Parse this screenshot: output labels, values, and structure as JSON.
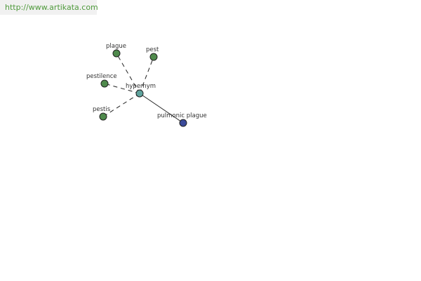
{
  "header": {
    "url": "http://www.artikata.com"
  },
  "graph": {
    "center": {
      "id": "hypernym",
      "label": "hypernym",
      "color": "#5fa39d"
    },
    "nodes": [
      {
        "id": "plague",
        "label": "plague",
        "color": "#4f8a4c",
        "edge": "dashed"
      },
      {
        "id": "pest",
        "label": "pest",
        "color": "#4f8a4c",
        "edge": "dashed"
      },
      {
        "id": "pestilence",
        "label": "pestilence",
        "color": "#4f8a4c",
        "edge": "dashed"
      },
      {
        "id": "pestis",
        "label": "pestis",
        "color": "#4f8a4c",
        "edge": "dashed"
      },
      {
        "id": "pulmonic-plague",
        "label": "pulmonic plague",
        "color": "#3a4a9a",
        "edge": "solid"
      }
    ]
  }
}
